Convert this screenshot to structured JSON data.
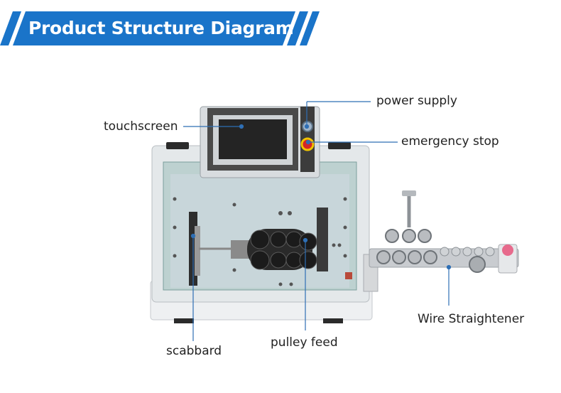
{
  "header": {
    "title": "Product Structure Diagram"
  },
  "colors": {
    "banner": "#1a74c9",
    "leader": "#2f6fb5"
  },
  "labels": {
    "touchscreen": "touchscreen",
    "power_supply": "power supply",
    "emergency_stop": "emergency stop",
    "scabbard": "scabbard",
    "pulley_feed": "pulley feed",
    "wire_straightener": "Wire Straightener"
  }
}
